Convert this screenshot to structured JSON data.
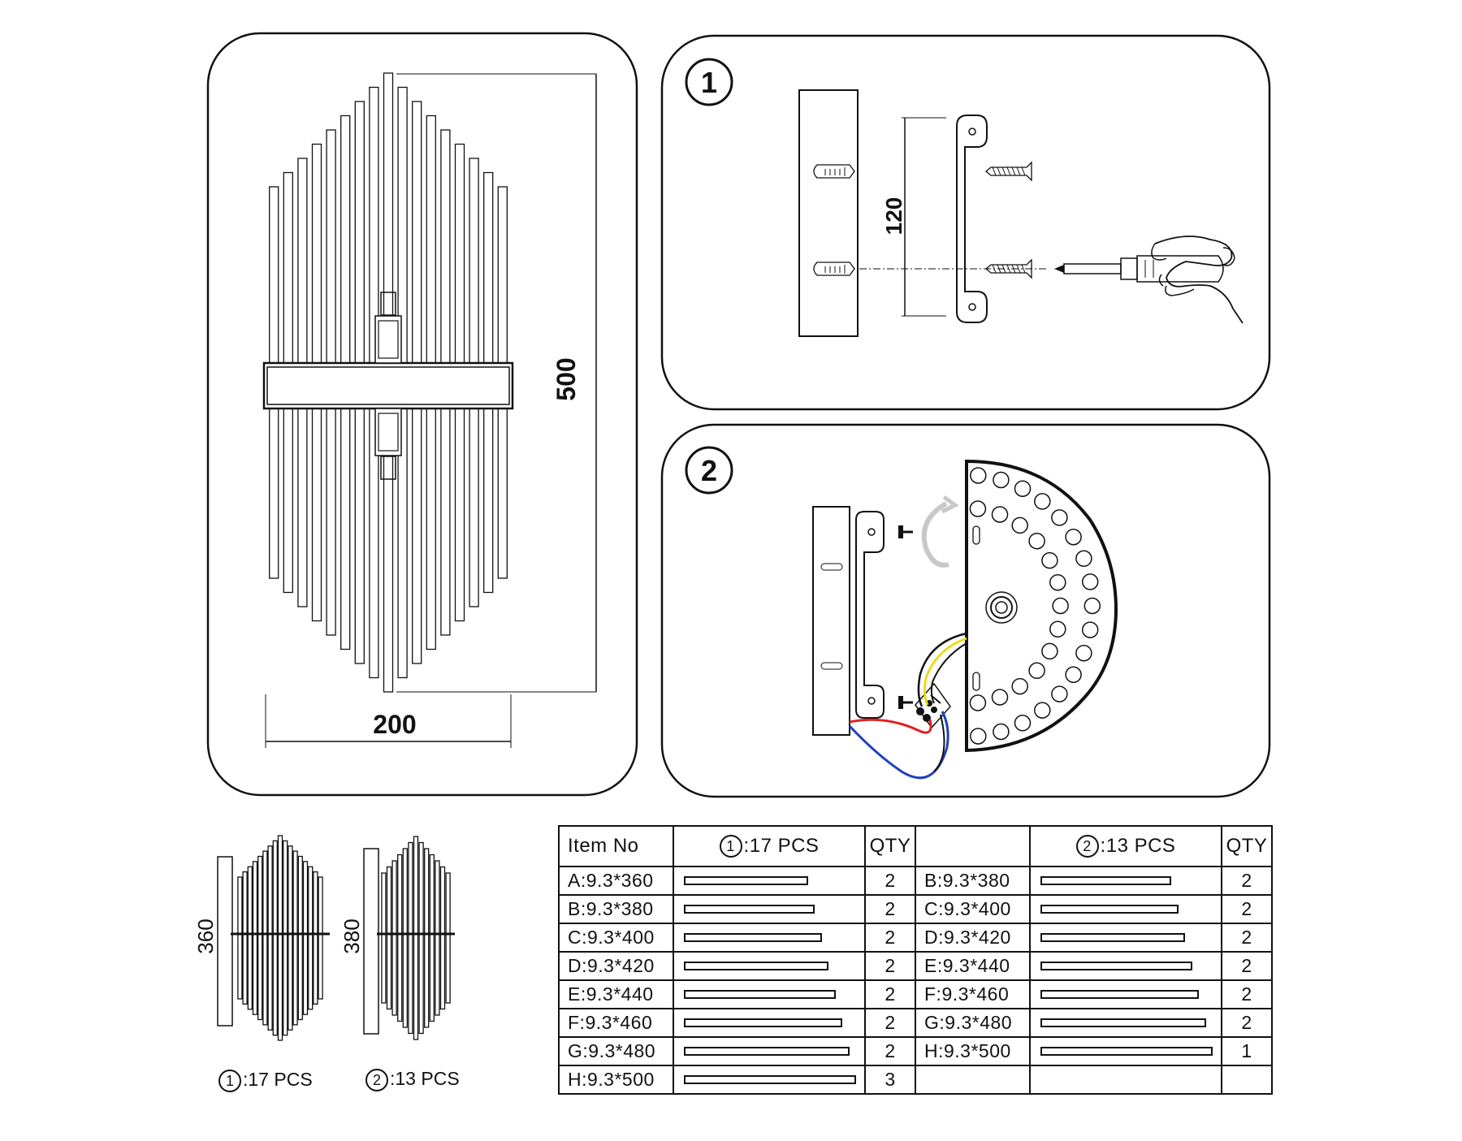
{
  "overall": {
    "height_label": "500",
    "width_label": "200"
  },
  "step1": {
    "number": "1",
    "spacing_label": "120"
  },
  "step2": {
    "number": "2"
  },
  "variants": [
    {
      "height_label": "360",
      "caption_num": "1",
      "caption_text": ":17 PCS"
    },
    {
      "height_label": "380",
      "caption_num": "2",
      "caption_text": ":13 PCS"
    }
  ],
  "table": {
    "header": {
      "item_no": "Item No",
      "set1_num": "1",
      "set1_label": ":17 PCS",
      "qty": "QTY",
      "set2_num": "2",
      "set2_label": ":13 PCS"
    },
    "set1": [
      {
        "item": "A:9.3*360",
        "length": 360,
        "qty": "2"
      },
      {
        "item": "B:9.3*380",
        "length": 380,
        "qty": "2"
      },
      {
        "item": "C:9.3*400",
        "length": 400,
        "qty": "2"
      },
      {
        "item": "D:9.3*420",
        "length": 420,
        "qty": "2"
      },
      {
        "item": "E:9.3*440",
        "length": 440,
        "qty": "2"
      },
      {
        "item": "F:9.3*460",
        "length": 460,
        "qty": "2"
      },
      {
        "item": "G:9.3*480",
        "length": 480,
        "qty": "2"
      },
      {
        "item": "H:9.3*500",
        "length": 500,
        "qty": "3"
      }
    ],
    "set2": [
      {
        "item": "B:9.3*380",
        "length": 380,
        "qty": "2"
      },
      {
        "item": "C:9.3*400",
        "length": 400,
        "qty": "2"
      },
      {
        "item": "D:9.3*420",
        "length": 420,
        "qty": "2"
      },
      {
        "item": "E:9.3*440",
        "length": 440,
        "qty": "2"
      },
      {
        "item": "F:9.3*460",
        "length": 460,
        "qty": "2"
      },
      {
        "item": "G:9.3*480",
        "length": 480,
        "qty": "2"
      },
      {
        "item": "H:9.3*500",
        "length": 500,
        "qty": "1"
      }
    ]
  },
  "colors": {
    "line": "#111111",
    "wire_red": "#e02020",
    "wire_blue": "#1f3fbf",
    "wire_yellow": "#e8dc1a"
  }
}
